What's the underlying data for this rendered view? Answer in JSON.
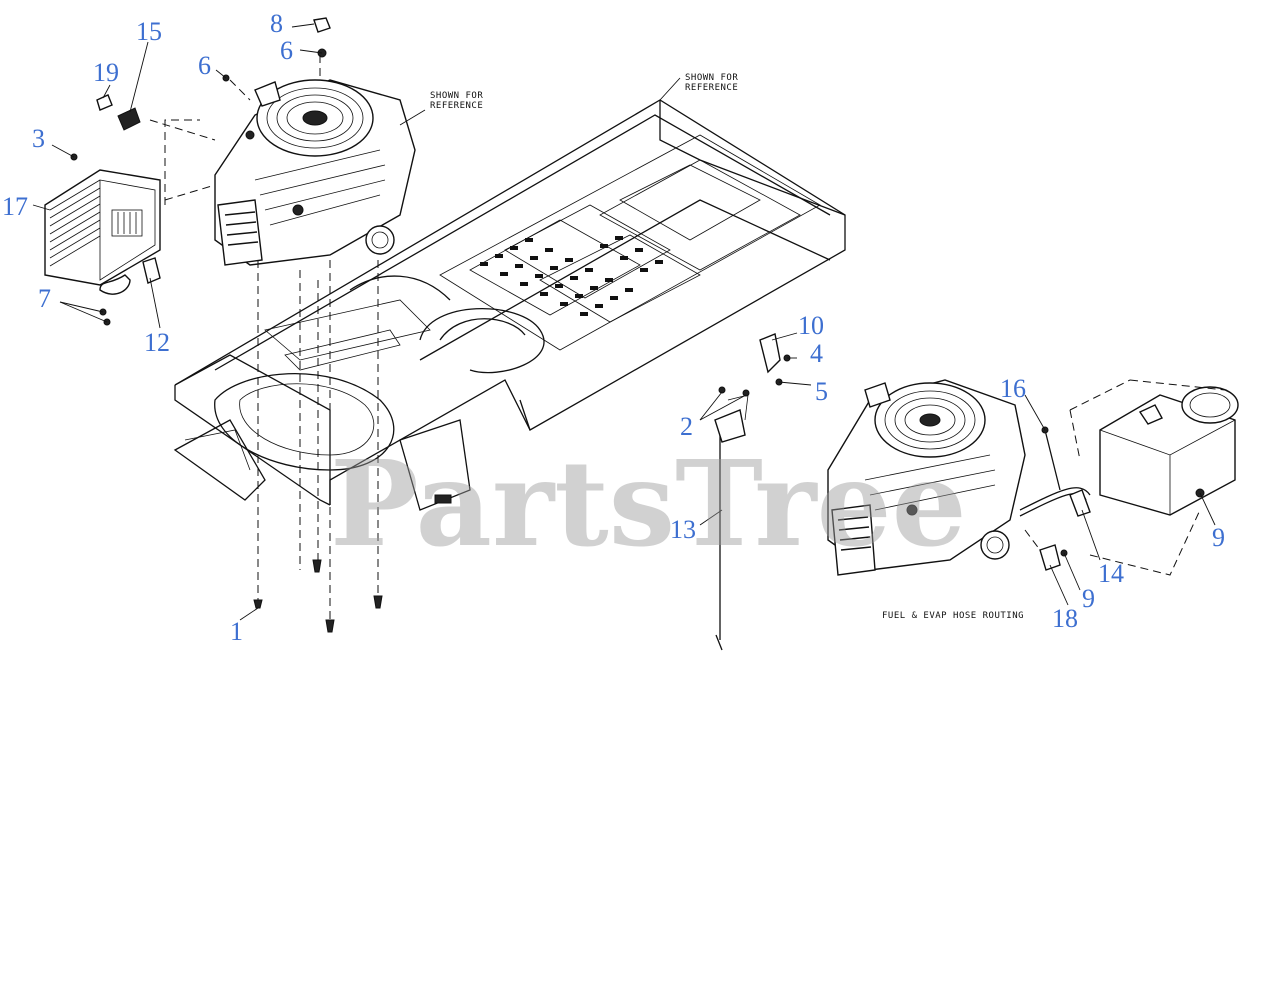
{
  "callouts": [
    {
      "id": "c1",
      "label": "1"
    },
    {
      "id": "c2",
      "label": "2"
    },
    {
      "id": "c3",
      "label": "3"
    },
    {
      "id": "c4",
      "label": "4"
    },
    {
      "id": "c5",
      "label": "5"
    },
    {
      "id": "c6a",
      "label": "6"
    },
    {
      "id": "c6b",
      "label": "6"
    },
    {
      "id": "c7",
      "label": "7"
    },
    {
      "id": "c8",
      "label": "8"
    },
    {
      "id": "c9a",
      "label": "9"
    },
    {
      "id": "c9b",
      "label": "9"
    },
    {
      "id": "c10",
      "label": "10"
    },
    {
      "id": "c12",
      "label": "12"
    },
    {
      "id": "c13",
      "label": "13"
    },
    {
      "id": "c14",
      "label": "14"
    },
    {
      "id": "c15",
      "label": "15"
    },
    {
      "id": "c16",
      "label": "16"
    },
    {
      "id": "c17",
      "label": "17"
    },
    {
      "id": "c18",
      "label": "18"
    },
    {
      "id": "c19",
      "label": "19"
    }
  ],
  "notes": {
    "engine_ref_line1": "SHOWN FOR",
    "engine_ref_line2": "REFERENCE",
    "frame_ref_line1": "SHOWN FOR",
    "frame_ref_line2": "REFERENCE",
    "fuel_routing": "FUEL & EVAP HOSE ROUTING"
  },
  "watermark": "PartsTree",
  "colors": {
    "callout": "#3d6fd0",
    "line": "#111111",
    "watermark": "#9a9a9a"
  }
}
